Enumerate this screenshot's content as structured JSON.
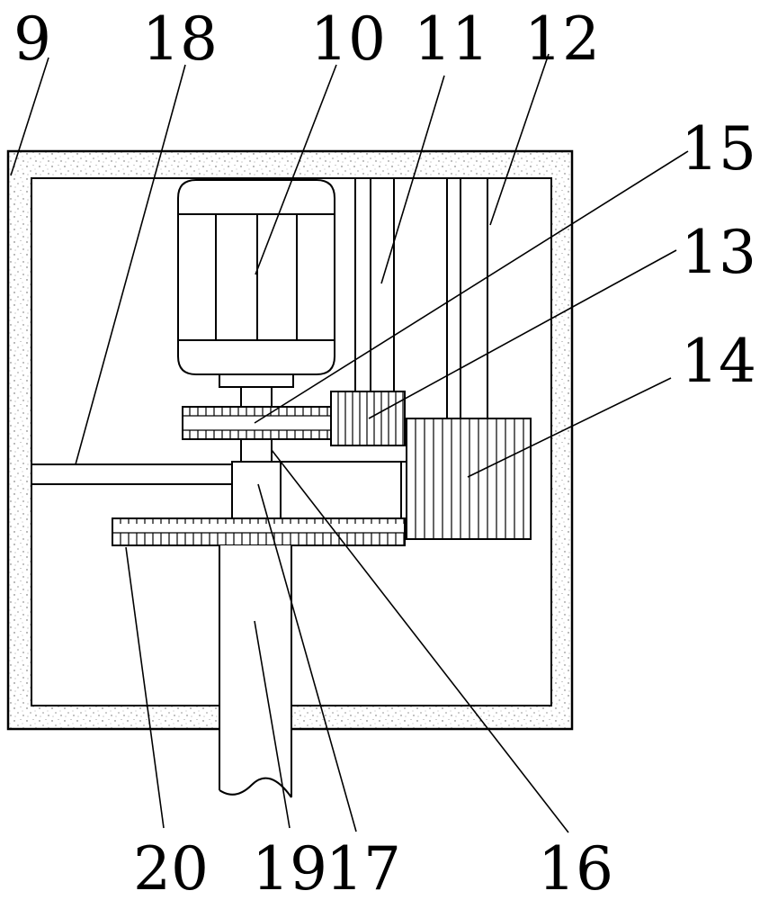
{
  "labels": {
    "l9": "9",
    "l18": "18",
    "l10": "10",
    "l11": "11",
    "l12": "12",
    "l15": "15",
    "l13": "13",
    "l14": "14",
    "l20": "20",
    "l19": "19",
    "l17": "17",
    "l16": "16"
  }
}
